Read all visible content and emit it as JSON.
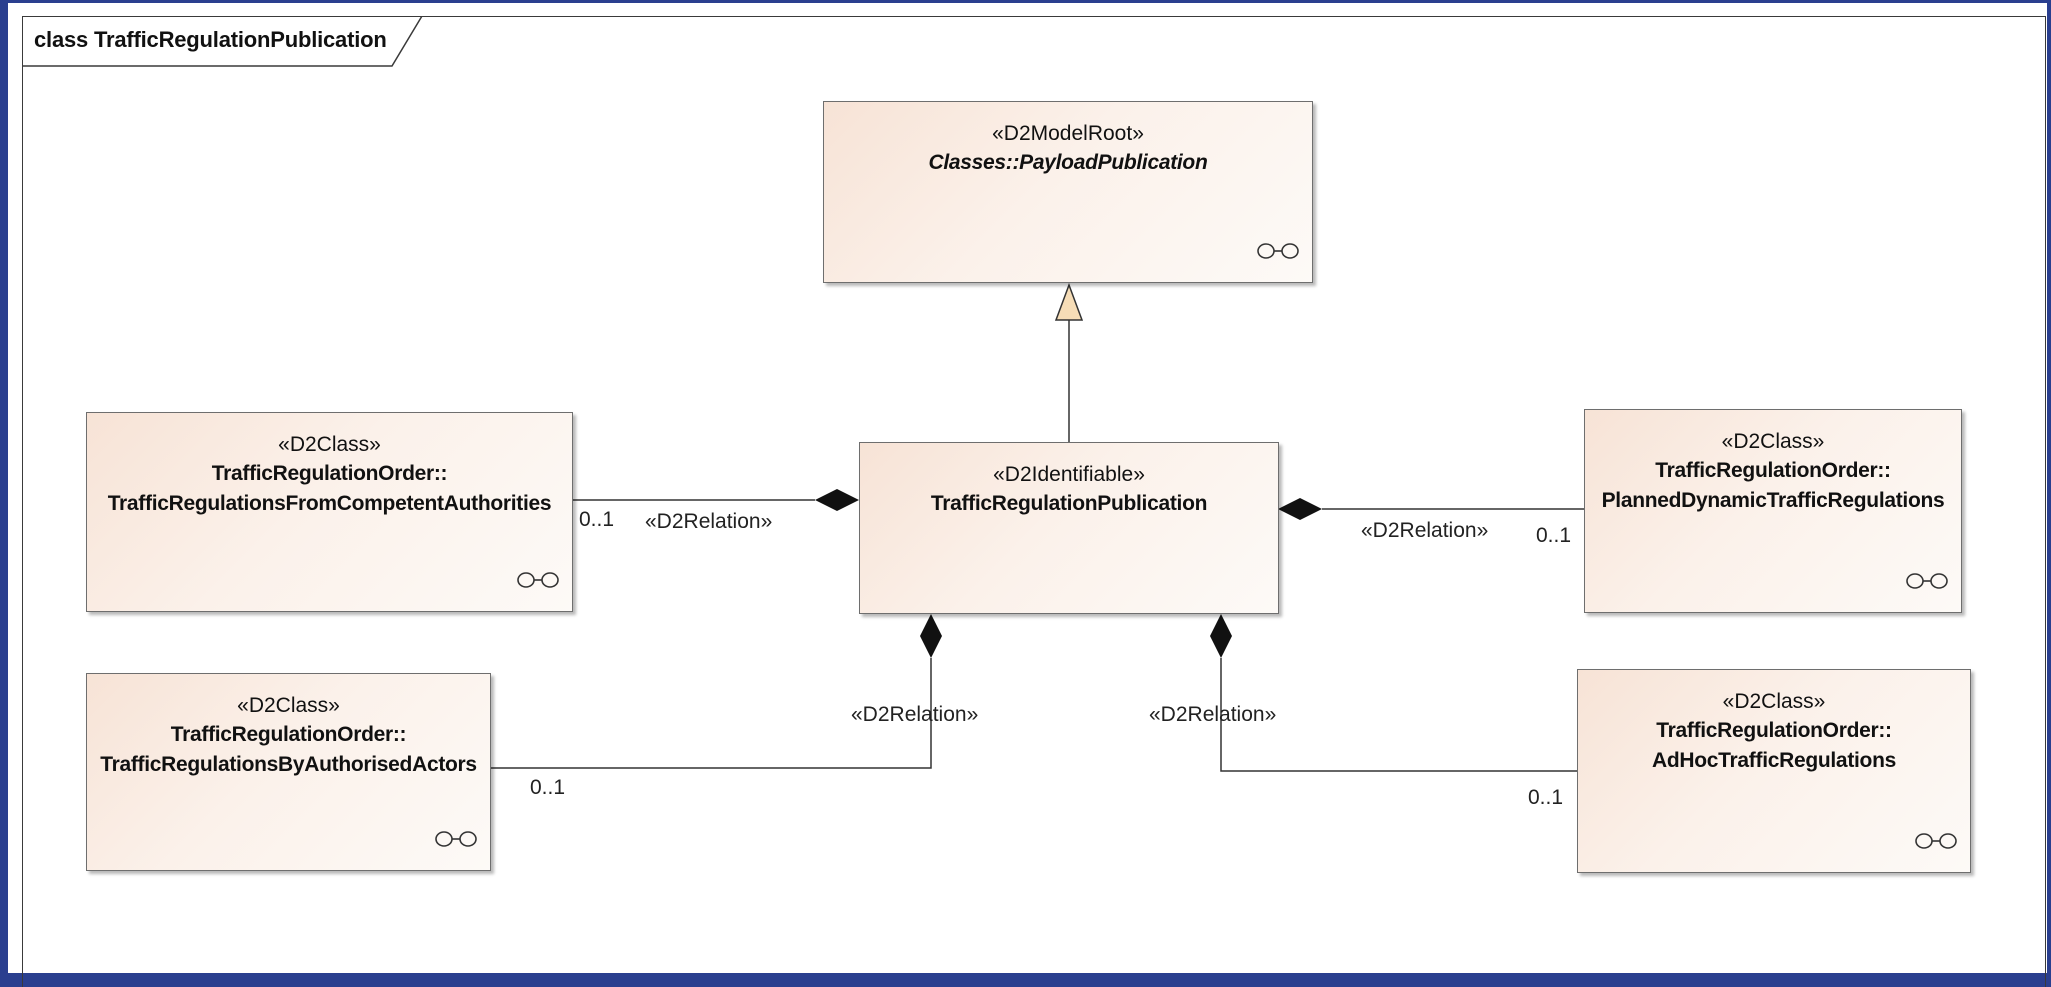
{
  "diagram": {
    "frame_title": "class TrafficRegulationPublication",
    "classes": {
      "payload": {
        "stereotype": "«D2ModelRoot»",
        "name": "Classes::PayloadPublication"
      },
      "publication": {
        "stereotype": "«D2Identifiable»",
        "name": "TrafficRegulationPublication"
      },
      "competent": {
        "stereotype": "«D2Class»",
        "name_line1": "TrafficRegulationOrder::",
        "name_line2": "TrafficRegulationsFromCompetentAuthorities"
      },
      "planned": {
        "stereotype": "«D2Class»",
        "name_line1": "TrafficRegulationOrder::",
        "name_line2": "PlannedDynamicTrafficRegulations"
      },
      "authorised": {
        "stereotype": "«D2Class»",
        "name_line1": "TrafficRegulationOrder::",
        "name_line2": "TrafficRegulationsByAuthorisedActors"
      },
      "adhoc": {
        "stereotype": "«D2Class»",
        "name_line1": "TrafficRegulationOrder::",
        "name_line2": "AdHocTrafficRegulations"
      }
    },
    "relations": {
      "competent": {
        "stereotype": "«D2Relation»",
        "multiplicity": "0..1"
      },
      "planned": {
        "stereotype": "«D2Relation»",
        "multiplicity": "0..1"
      },
      "authorised": {
        "stereotype": "«D2Relation»",
        "multiplicity": "0..1"
      },
      "adhoc": {
        "stereotype": "«D2Relation»",
        "multiplicity": "0..1"
      }
    }
  }
}
